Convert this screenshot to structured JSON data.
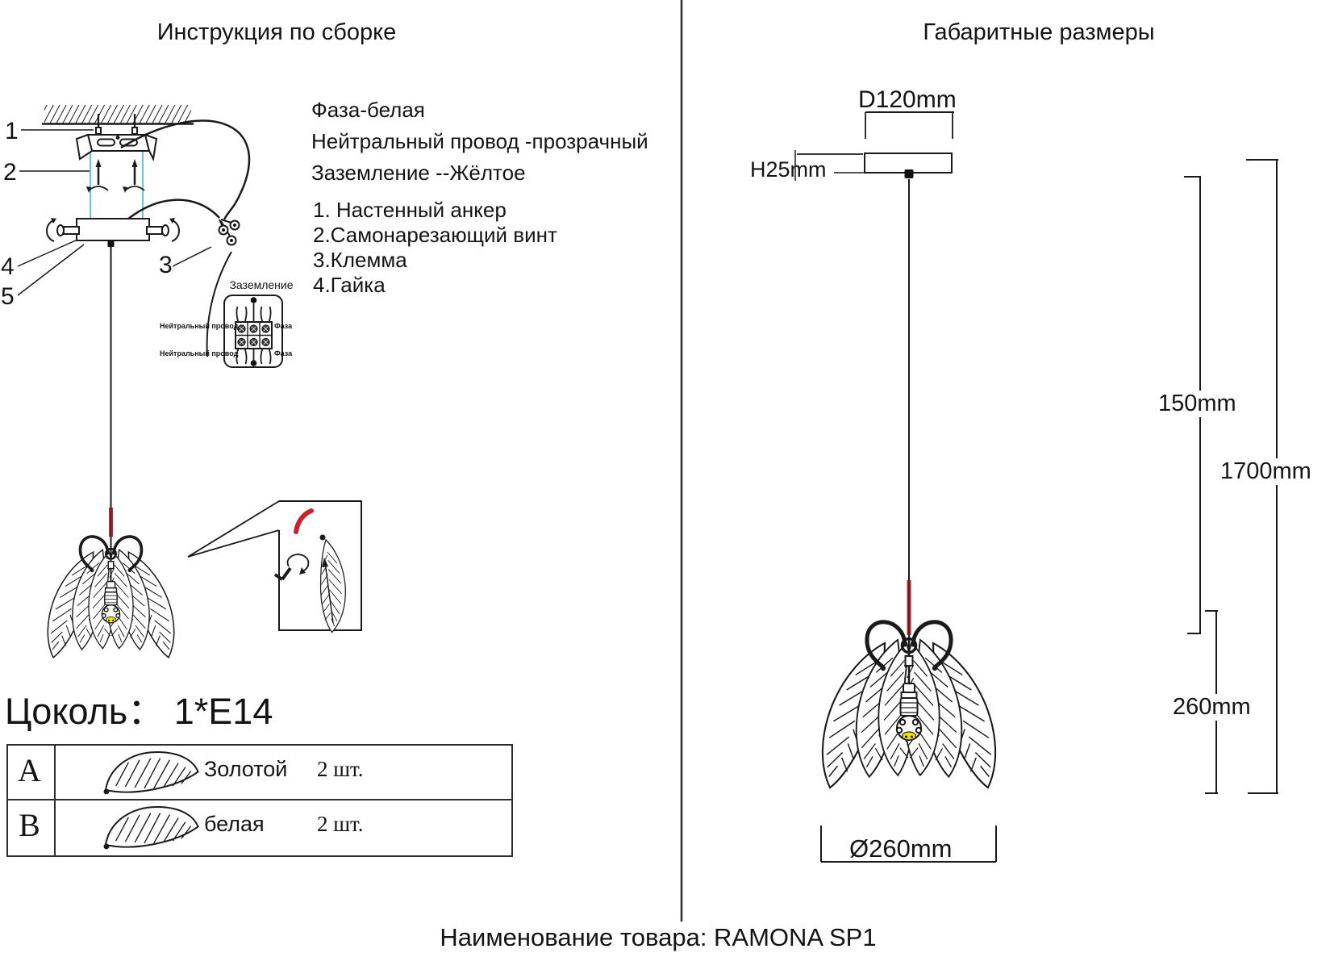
{
  "left": {
    "title": "Инструкция по сборке",
    "wiring": {
      "l1": "Фаза-белая",
      "l2": "Нейтральный провод -прозрачный",
      "l3": "Заземление --Жёлтое"
    },
    "parts": {
      "p1": "1. Настенный анкер",
      "p2": "2.Самонарезающий винт",
      "p3": "3.Клемма",
      "p4": "4.Гайка"
    },
    "callouts": {
      "n1": "1",
      "n2": "2",
      "n3": "3",
      "n4": "4",
      "n5": "5"
    },
    "ground": {
      "title": "Заземление",
      "neutral": "Нейтральный провод",
      "phase": "Фаза"
    },
    "socket": "Цоколь： 1*E14",
    "table": {
      "rowA": {
        "key": "A",
        "name": "Золотой",
        "qty": "2 шт."
      },
      "rowB": {
        "key": "B",
        "name": "белая",
        "qty": "2 шт."
      }
    }
  },
  "right": {
    "title": "Габаритные размеры",
    "dims": {
      "d120": "D120mm",
      "h25": "H25mm",
      "drop": "150mm",
      "total": "1700mm",
      "body": "260mm",
      "dia": "Ø260mm"
    }
  },
  "footer": {
    "label": "Наименование товара: RAMONA SP1"
  },
  "colors": {
    "cyan": "#67c7d6",
    "red": "#c1272d",
    "yellow": "#ece400"
  }
}
